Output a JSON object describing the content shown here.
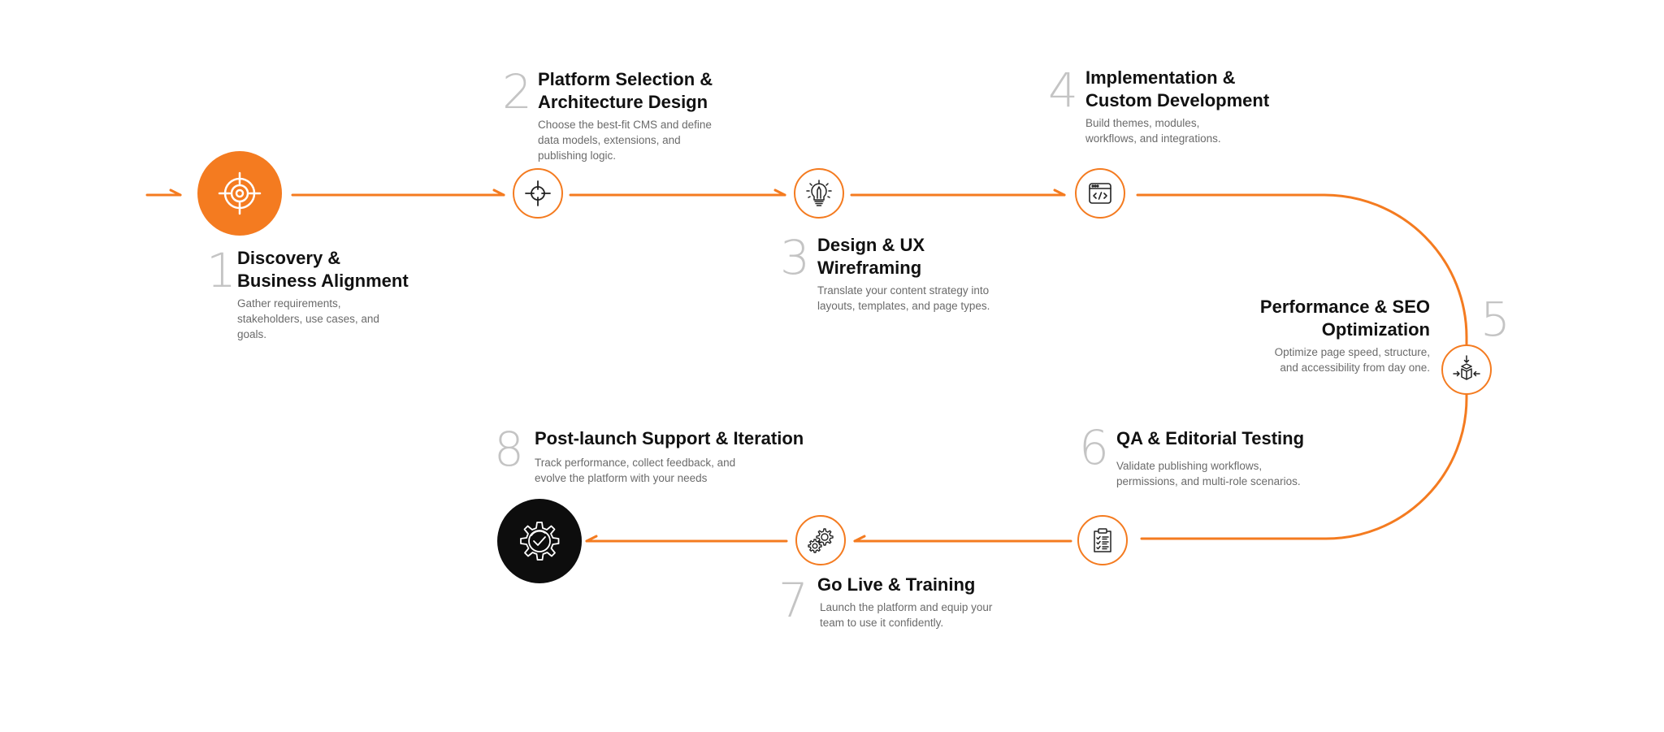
{
  "colors": {
    "accent": "#f47b20",
    "dark": "#0d0d0d",
    "text": "#111111",
    "muted": "#6b6b6b",
    "number": "#bdbdbd"
  },
  "steps": [
    {
      "number": "1",
      "title_line1": "Discovery &",
      "title_line2": "Business Alignment",
      "desc_line1": "Gather requirements,",
      "desc_line2": "stakeholders, use cases, and",
      "desc_line3": "goals.",
      "icon": "target-icon",
      "node_style": "filled-orange"
    },
    {
      "number": "2",
      "title_line1": "Platform Selection &",
      "title_line2": "Architecture Design",
      "desc_line1": "Choose the best-fit CMS and define",
      "desc_line2": "data models, extensions, and",
      "desc_line3": "publishing logic.",
      "icon": "crosshair-icon",
      "node_style": "outline"
    },
    {
      "number": "3",
      "title_line1": "Design & UX",
      "title_line2": "Wireframing",
      "desc_line1": "Translate your content strategy into",
      "desc_line2": "layouts, templates, and page types.",
      "icon": "lightbulb-pencil-icon",
      "node_style": "outline"
    },
    {
      "number": "4",
      "title_line1": "Implementation &",
      "title_line2": "Custom Development",
      "desc_line1": "Build themes, modules,",
      "desc_line2": "workflows, and integrations.",
      "icon": "code-window-icon",
      "node_style": "outline"
    },
    {
      "number": "5",
      "title_line1": "Performance & SEO",
      "title_line2": "Optimization",
      "desc_line1": "Optimize page speed, structure,",
      "desc_line2": "and accessibility from day one.",
      "icon": "box-compress-icon",
      "node_style": "outline"
    },
    {
      "number": "6",
      "title_line1": "QA & Editorial Testing",
      "desc_line1": "Validate publishing workflows,",
      "desc_line2": "permissions, and multi-role scenarios.",
      "icon": "clipboard-checklist-icon",
      "node_style": "outline"
    },
    {
      "number": "7",
      "title_line1": "Go Live & Training",
      "desc_line1": "Launch the platform and equip your",
      "desc_line2": "team to use it confidently.",
      "icon": "gears-icon",
      "node_style": "outline"
    },
    {
      "number": "8",
      "title_line1": "Post-launch Support & Iteration",
      "desc_line1": "Track performance, collect feedback, and",
      "desc_line2": "evolve the platform with your needs",
      "icon": "gear-check-icon",
      "node_style": "filled-black"
    }
  ]
}
